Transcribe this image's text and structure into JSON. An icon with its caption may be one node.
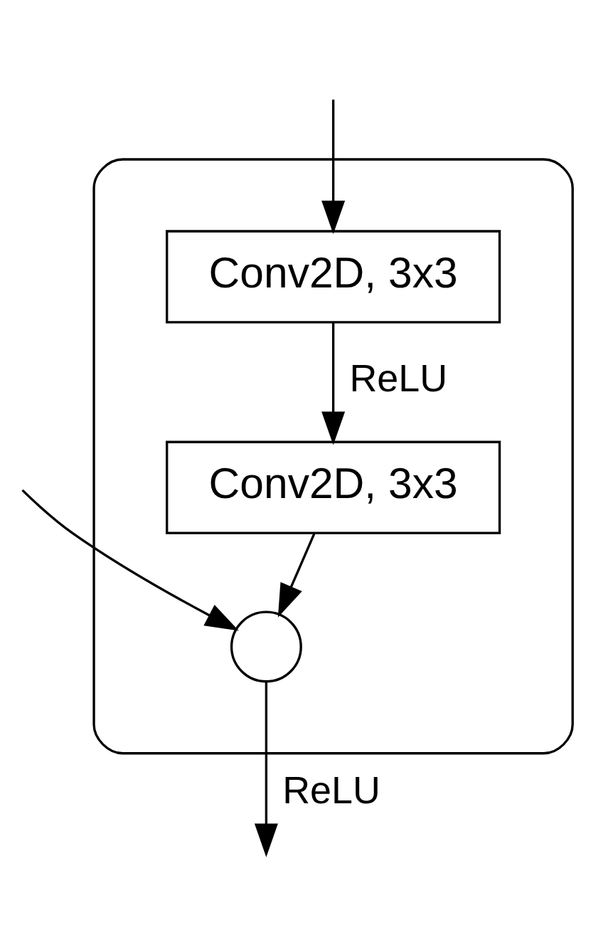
{
  "diagram": {
    "nodes": [
      {
        "text": [],
        "shape": "box"
      },
      {
        "text": [
          "Conv2D, 3x3"
        ],
        "in": 0
      },
      {
        "text": [
          "Conv2D, 3x3"
        ],
        "in": 0
      },
      {
        "text": [],
        "shape": "circle",
        "in": 0
      }
    ],
    "edges": [
      {
        "from": null,
        "to": 1,
        "arrow": "to"
      },
      {
        "from": null,
        "to": 3,
        "arrow": "to"
      },
      {
        "from": 1,
        "to": 2,
        "arrow": "to",
        "label": "ReLU"
      },
      {
        "from": 2,
        "to": 3,
        "arrow": "to"
      },
      {
        "from": 3,
        "to": null,
        "arrow": "to",
        "label": "ReLU"
      }
    ]
  }
}
